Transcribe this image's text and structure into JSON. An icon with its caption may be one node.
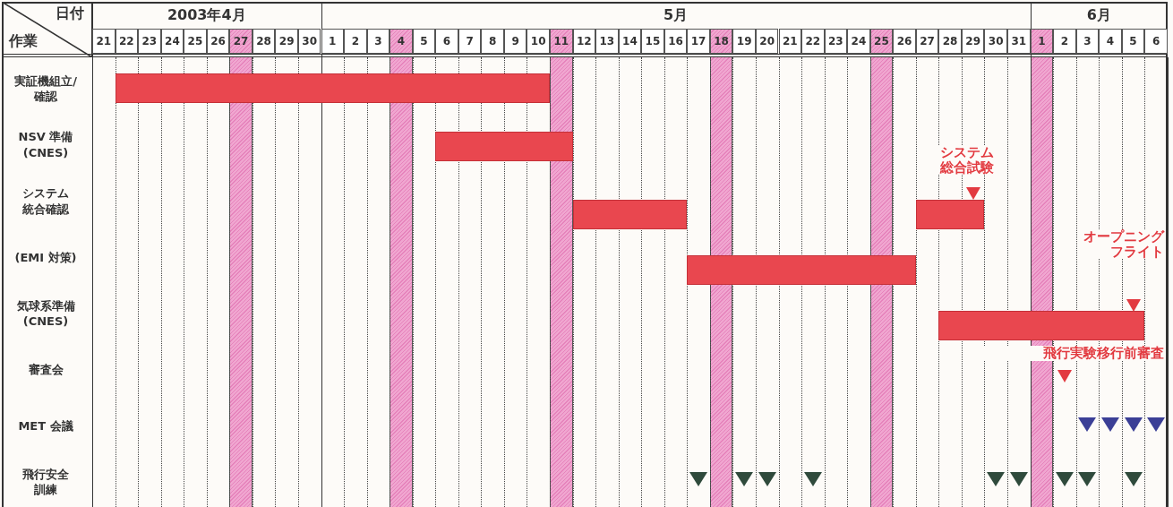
{
  "diagram": {
    "nodes": [
      {
        "text": [],
        "shape": "bar"
      },
      {
        "text": [],
        "shape": "bar"
      },
      {
        "text": [
          "システム総合試験"
        ]
      },
      {
        "text": [],
        "shape": "bar"
      },
      {
        "text": [],
        "shape": "bar"
      },
      {
        "text": [],
        "shape": "bar"
      },
      {
        "text": [
          "オープニングフライト"
        ]
      },
      {
        "text": [],
        "shape": "bar"
      },
      {
        "text": [
          "飛行実験移行前審査"
        ]
      },
      {
        "text": [],
        "shape": "triangle"
      },
      {
        "text": [],
        "shape": "triangle"
      },
      {
        "text": [],
        "shape": "triangle"
      },
      {
        "text": [],
        "shape": "triangle"
      },
      {
        "text": [],
        "shape": "triangle"
      },
      {
        "text": [],
        "shape": "triangle"
      },
      {
        "text": [],
        "shape": "triangle"
      },
      {
        "text": [],
        "shape": "triangle"
      },
      {
        "text": [],
        "shape": "triangle"
      },
      {
        "text": [],
        "shape": "triangle"
      },
      {
        "text": [],
        "shape": "triangle"
      },
      {
        "text": [],
        "shape": "triangle"
      },
      {
        "text": [],
        "shape": "triangle"
      }
    ],
    "labels": [
      "日付",
      "作業",
      "2003年4月",
      "5月",
      "6月",
      "21",
      "22",
      "23",
      "24",
      "25",
      "26",
      "27",
      "28",
      "29",
      "30",
      "1",
      "2",
      "3",
      "4",
      "5",
      "6",
      "7",
      "8",
      "9",
      "10",
      "11",
      "12",
      "13",
      "14",
      "15",
      "16",
      "17",
      "18",
      "19",
      "20",
      "21",
      "22",
      "23",
      "24",
      "25",
      "26",
      "27",
      "28",
      "29",
      "30",
      "31",
      "1",
      "2",
      "3",
      "4",
      "5",
      "6",
      "実証機組立/確認",
      "NSV 準備 (CNES)",
      "システム統合確認",
      "(EMI 対策)",
      "気球系準備 (CNES)",
      "審査会",
      "MET 会議",
      "飛行安全訓練"
    ]
  }
}
